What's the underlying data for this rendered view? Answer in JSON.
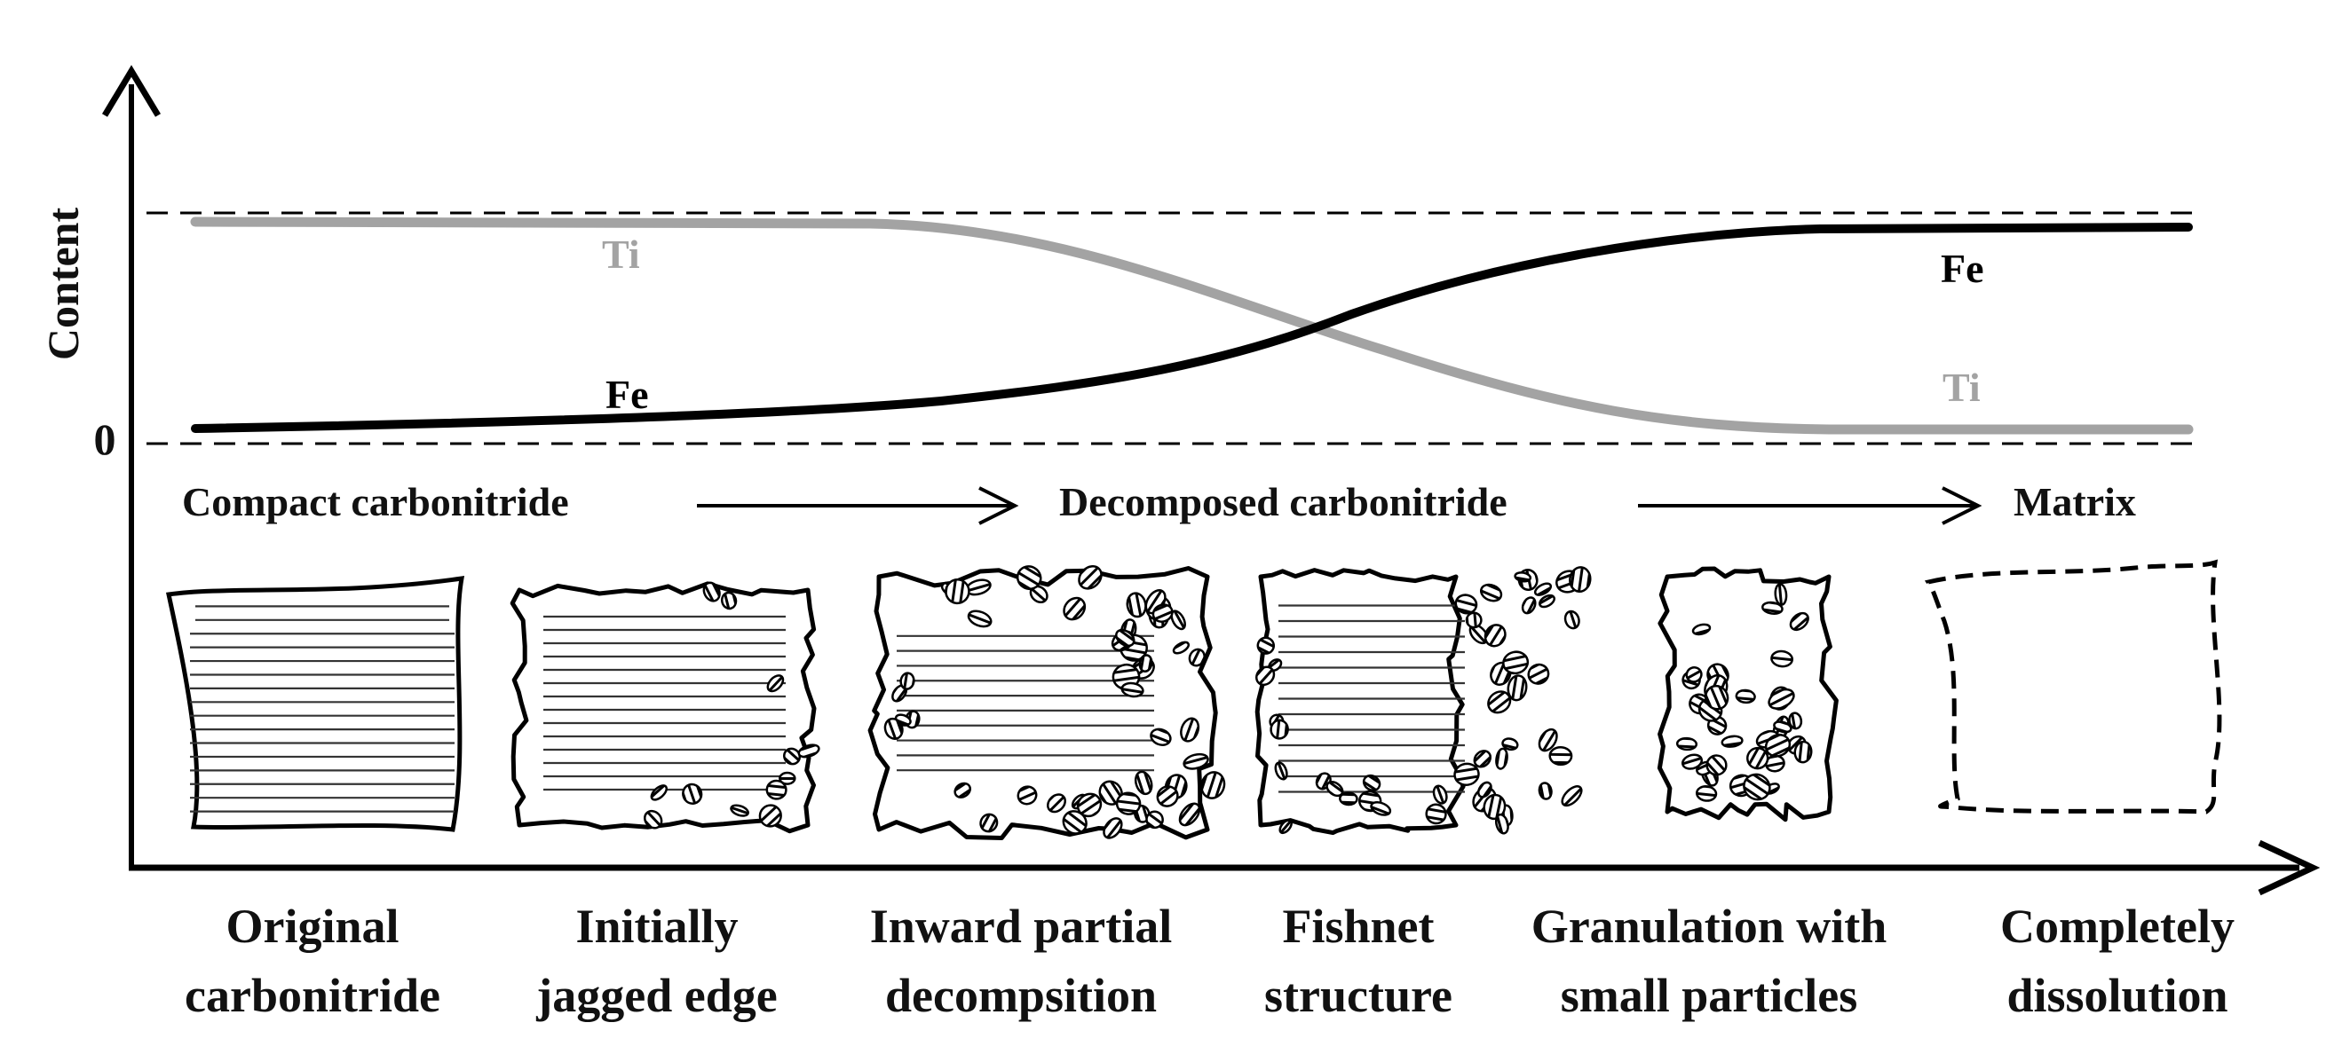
{
  "diagram": {
    "axis": {
      "y_label": "Content",
      "zero_label": "0"
    },
    "curves": [
      {
        "name": "Ti",
        "color": "#a3a3a3",
        "trend": "decreasing",
        "label_start": "Ti",
        "label_end": "Ti"
      },
      {
        "name": "Fe",
        "color": "#000000",
        "trend": "increasing",
        "label_start": "Fe",
        "label_end": "Fe"
      }
    ],
    "phases": [
      "Compact carbonitride",
      "Decomposed carbonitride",
      "Matrix"
    ],
    "stages": [
      {
        "line1": "Original",
        "line2": "carbonitride"
      },
      {
        "line1": "Initially",
        "line2": "jagged edge"
      },
      {
        "line1": "Inward partial",
        "line2": "decompsition"
      },
      {
        "line1": "Fishnet",
        "line2": "structure"
      },
      {
        "line1": "Granulation with",
        "line2": "small particles"
      },
      {
        "line1": "Completely",
        "line2": "dissolution"
      }
    ],
    "colors": {
      "ink": "#000000",
      "ti_curve": "#a3a3a3",
      "stripe": "#333333"
    }
  }
}
